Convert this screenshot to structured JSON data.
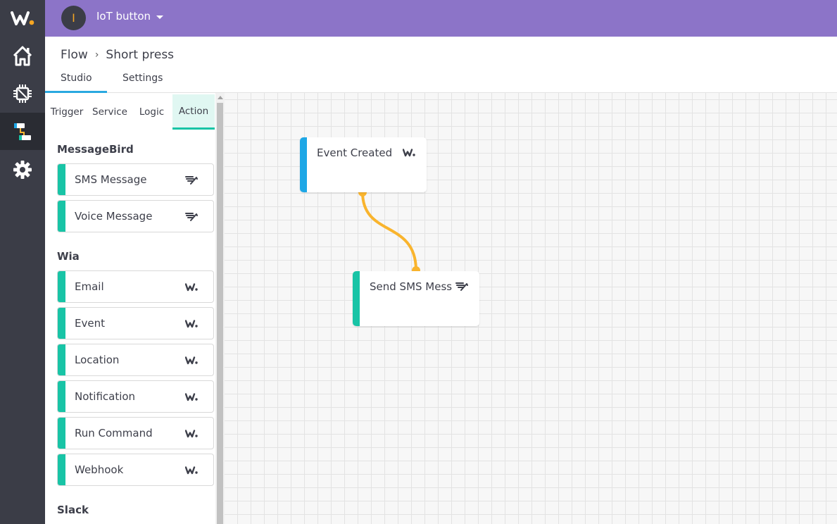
{
  "colors": {
    "rail_bg": "#3b3d47",
    "topbar_bg": "#8c74c8",
    "accent_teal": "#18c4a6",
    "accent_blue": "#1ea7e6",
    "wire": "#f9b42d",
    "brand_yellow": "#f5a623"
  },
  "rail": {
    "logo_icon": "wia-logo-icon",
    "items": [
      {
        "icon": "home-icon"
      },
      {
        "icon": "chip-icon"
      },
      {
        "icon": "flow-icon",
        "active": true
      },
      {
        "icon": "gear-icon"
      }
    ]
  },
  "topbar": {
    "avatar_letter": "I",
    "device_name": "IoT button"
  },
  "header": {
    "breadcrumb": {
      "root": "Flow",
      "separator": "›",
      "current": "Short press"
    },
    "tabs": [
      {
        "label": "Studio",
        "active": true
      },
      {
        "label": "Settings",
        "active": false
      }
    ]
  },
  "palette": {
    "tabs": [
      {
        "label": "Trigger",
        "active": false
      },
      {
        "label": "Service",
        "active": false
      },
      {
        "label": "Logic",
        "active": false
      },
      {
        "label": "Action",
        "active": true
      }
    ],
    "groups": [
      {
        "title": "MessageBird",
        "items": [
          {
            "label": "SMS Message",
            "logo": "messagebird-logo-icon"
          },
          {
            "label": "Voice Message",
            "logo": "messagebird-logo-icon"
          }
        ]
      },
      {
        "title": "Wia",
        "items": [
          {
            "label": "Email",
            "logo": "wia-logo-icon"
          },
          {
            "label": "Event",
            "logo": "wia-logo-icon"
          },
          {
            "label": "Location",
            "logo": "wia-logo-icon"
          },
          {
            "label": "Notification",
            "logo": "wia-logo-icon"
          },
          {
            "label": "Run Command",
            "logo": "wia-logo-icon"
          },
          {
            "label": "Webhook",
            "logo": "wia-logo-icon"
          }
        ]
      },
      {
        "title": "Slack",
        "items": []
      }
    ]
  },
  "canvas": {
    "nodes": [
      {
        "title": "Event Created",
        "logo": "wia-logo-icon",
        "accent": "#1ea7e6"
      },
      {
        "title": "Send SMS Mess",
        "logo": "messagebird-logo-icon",
        "accent": "#18c4a6"
      }
    ]
  }
}
